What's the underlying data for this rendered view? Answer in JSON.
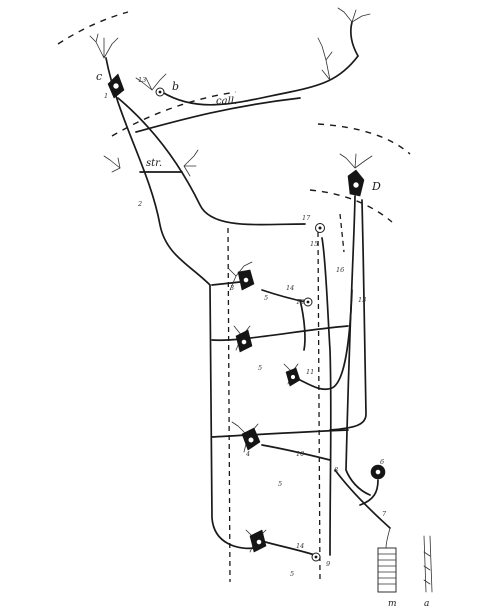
{
  "diagram": {
    "region_labels": {
      "c": "c",
      "b": "b",
      "call": "call.",
      "str": "str.",
      "D": "D",
      "m": "m",
      "a": "a"
    },
    "numerals": {
      "n13_top": "13",
      "n1_top": "1",
      "n2": "2",
      "n17": "17",
      "n15": "15",
      "n16": "16",
      "n14": "14",
      "n12": "12",
      "n13_right": "13",
      "n3": "3",
      "n5_a": "5",
      "n5_b": "5",
      "n11": "11",
      "n10": "10",
      "n4": "4",
      "n5_c": "5",
      "n6": "6",
      "n8": "8",
      "n7": "7",
      "n14_bottom": "14",
      "n5_d": "5",
      "n9": "9"
    }
  }
}
